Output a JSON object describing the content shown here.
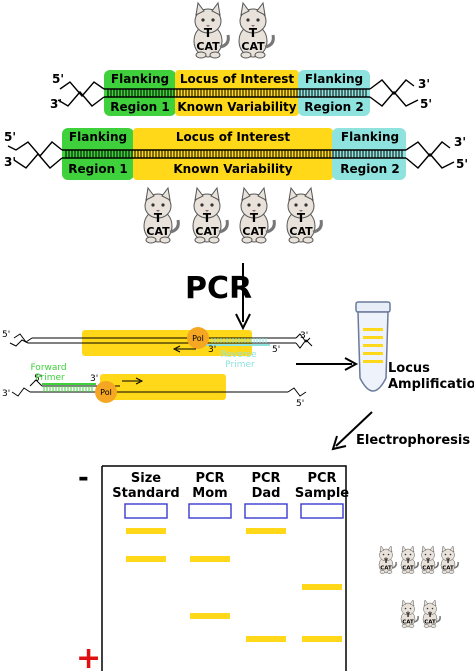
{
  "colors": {
    "flanking_left": "#3fd13c",
    "locus": "#ffd81a",
    "flanking_right": "#8fe3df",
    "primer_forward": "#3fd13c",
    "primer_reverse": "#8fe3df",
    "pol": "#f5a623",
    "band": "#ffd81a",
    "well_outline": "#3a3ad1",
    "minus": "#000000",
    "plus": "#e01010"
  },
  "cat": {
    "letter": "T",
    "word": "CAT"
  },
  "strand_top": {
    "five_prime": "5'",
    "three_prime_left": "3'",
    "three_prime_right": "3'",
    "five_prime_right": "5'",
    "flank1_top": "Flanking",
    "flank1_bottom": "Region 1",
    "locus_top": "Locus of Interest",
    "locus_bottom": "Known Variability",
    "flank2_top": "Flanking",
    "flank2_bottom": "Region 2"
  },
  "strand_bottom": {
    "five_prime": "5'",
    "three_prime_left": "3'",
    "three_prime_right": "3'",
    "five_prime_right": "5'",
    "flank1_top": "Flanking",
    "flank1_bottom": "Region 1",
    "locus_top": "Locus of Interest",
    "locus_bottom": "Known Variability",
    "flank2_top": "Flanking",
    "flank2_bottom": "Region 2"
  },
  "pcr_label": "PCR",
  "pcr_detail": {
    "top_left_5": "5'",
    "top_right_3": "3'",
    "top_inner_3": "3'",
    "top_inner_5": "5'",
    "pol": "Pol",
    "reverse_primer": "Reverse\nPrimer",
    "forward_primer": "Forward\nPrimer",
    "bot_left_3": "3'",
    "bot_inner_5": "5'",
    "bot_inner_3": "3'",
    "bot_right_5": "5'"
  },
  "locus_amplification": "Locus\nAmplification",
  "electrophoresis": "Electrophoresis",
  "gel": {
    "minus": "-",
    "plus": "+",
    "lanes": [
      {
        "label": "Size\nStandard"
      },
      {
        "label": "PCR\nMom"
      },
      {
        "label": "PCR\nDad"
      },
      {
        "label": "PCR\nSample"
      }
    ],
    "bands": [
      [
        1,
        1,
        0,
        0,
        0,
        0,
        0
      ],
      [
        0,
        1,
        0,
        1,
        0,
        0,
        0
      ],
      [
        1,
        0,
        0,
        0,
        1,
        0,
        0
      ],
      [
        0,
        0,
        1,
        0,
        1,
        0,
        0
      ]
    ]
  }
}
